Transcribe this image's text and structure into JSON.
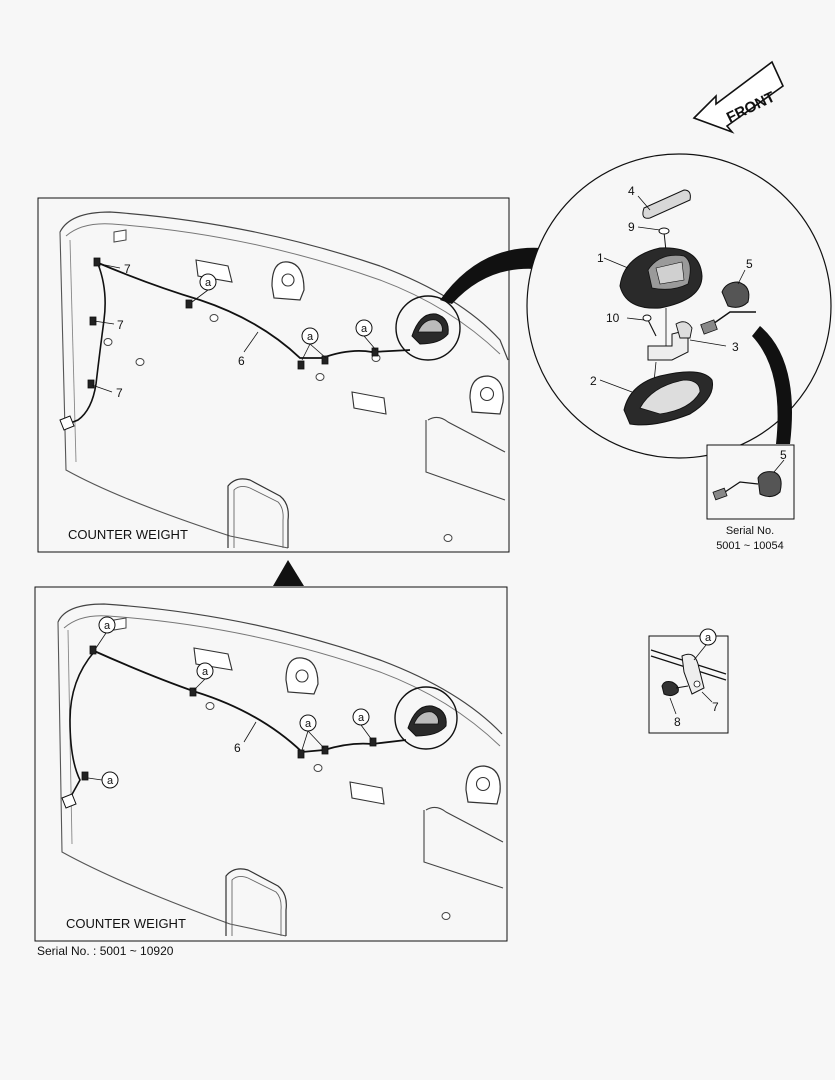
{
  "front_label": "FRONT",
  "upper_panel": {
    "title": "COUNTER WEIGHT",
    "callouts": {
      "harness": "6",
      "clip": "7",
      "ref": "a"
    }
  },
  "lower_panel": {
    "title": "COUNTER WEIGHT",
    "serial": "Serial No. : 5001 ~ 10920",
    "callouts": {
      "harness": "6",
      "ref": "a"
    }
  },
  "detail_circle": {
    "parts": {
      "p1": "1",
      "p2": "2",
      "p3": "3",
      "p4": "4",
      "p5": "5",
      "p9": "9",
      "p10": "10"
    }
  },
  "serial_inset": {
    "part": "5",
    "serial_label": "Serial No.",
    "serial_range": "5001 ~ 10054"
  },
  "clip_inset": {
    "ref": "a",
    "clip": "7",
    "bolt": "8"
  },
  "colors": {
    "line": "#1a1a1a",
    "paper": "#f7f7f7",
    "fill_dark": "#2a2a2a"
  }
}
